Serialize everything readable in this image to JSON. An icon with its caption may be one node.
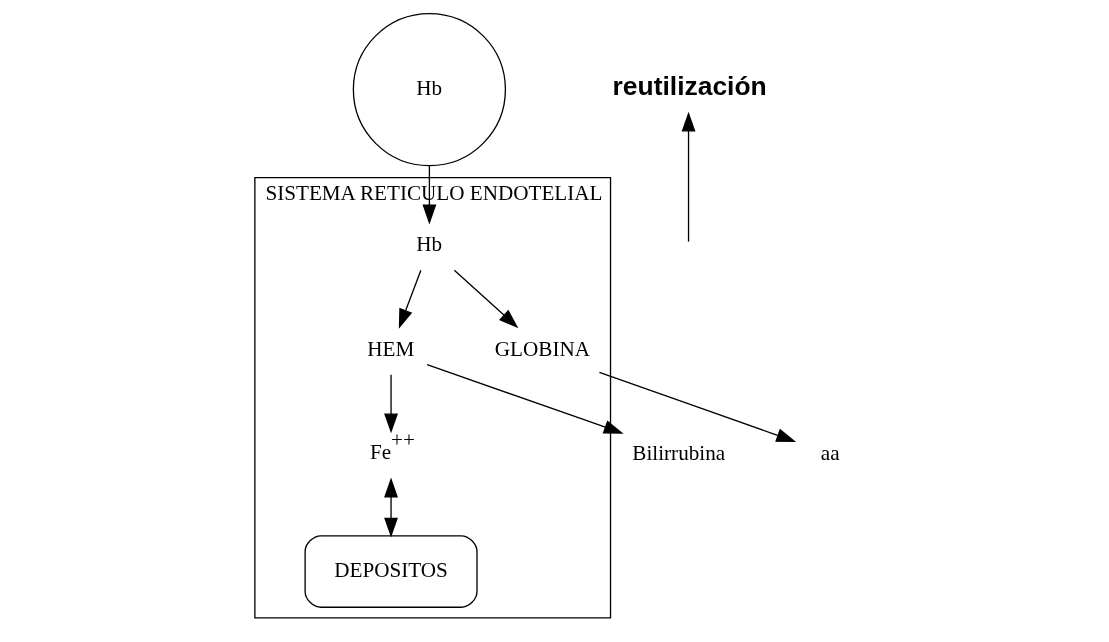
{
  "diagram": {
    "nodes": [
      {
        "text": [
          "Hb"
        ]
      },
      {
        "text": [
          "SISTEMA RETICULO ENDOTELIAL"
        ]
      },
      {
        "text": [
          "Hb"
        ],
        "in": 1
      },
      {
        "text": [
          "HEM"
        ],
        "in": 1
      },
      {
        "text": [
          "GLOBINA"
        ],
        "in": 1
      },
      {
        "text": [
          "Bilirrubina"
        ]
      },
      {
        "text": [
          "Fe$^{++}$"
        ],
        "in": 1
      },
      {
        "text": [
          "DEPOSITOS"
        ],
        "in": 1
      },
      {
        "text": [
          "aa"
        ]
      },
      {
        "text": [
          "reutilización"
        ]
      }
    ],
    "edges": [
      {
        "from": 0,
        "to": 2,
        "arrow": "to"
      },
      {
        "from": 2,
        "to": 3,
        "arrow": "to"
      },
      {
        "from": 2,
        "to": 4,
        "arrow": "to"
      },
      {
        "from": 4,
        "to": 8,
        "arrow": "to"
      },
      {
        "from": 3,
        "to": 5,
        "arrow": "to"
      },
      {
        "from": 3,
        "to": 6,
        "arrow": "to"
      },
      {
        "from": 6,
        "to": 7,
        "arrow": "both"
      },
      {
        "from": null,
        "to": 9,
        "arrow": "to"
      }
    ]
  }
}
